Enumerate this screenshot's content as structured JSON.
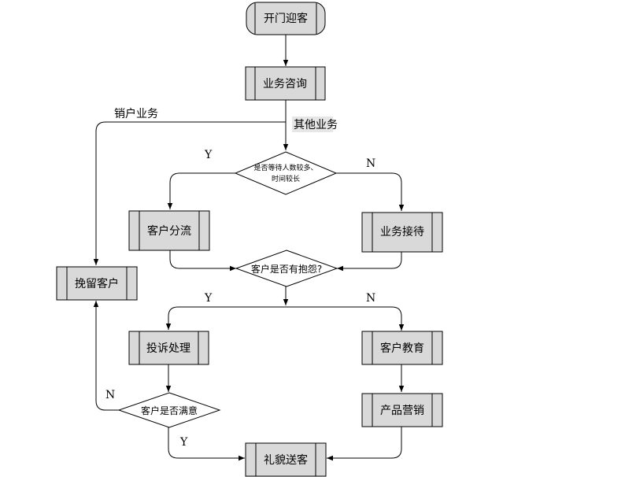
{
  "nodes": {
    "start": "开门迎客",
    "consult": "业务咨询",
    "decision_wait": [
      "是否等待人数较多、",
      "时间较长"
    ],
    "divert": "客户分流",
    "reception": "业务接待",
    "decision_complaint": "客户是否有抱怨?",
    "retain": "挽留客户",
    "handle_complaint": "投诉处理",
    "educate": "客户教育",
    "decision_satisfied": "客户是否满意",
    "marketing": "产品营销",
    "farewell": "礼貌送客"
  },
  "labels": {
    "cancel_business": "销户业务",
    "other_business": "其他业务",
    "y1": "Y",
    "n1": "N",
    "y2": "Y",
    "n2": "N",
    "n3": "N",
    "y3": "Y"
  }
}
